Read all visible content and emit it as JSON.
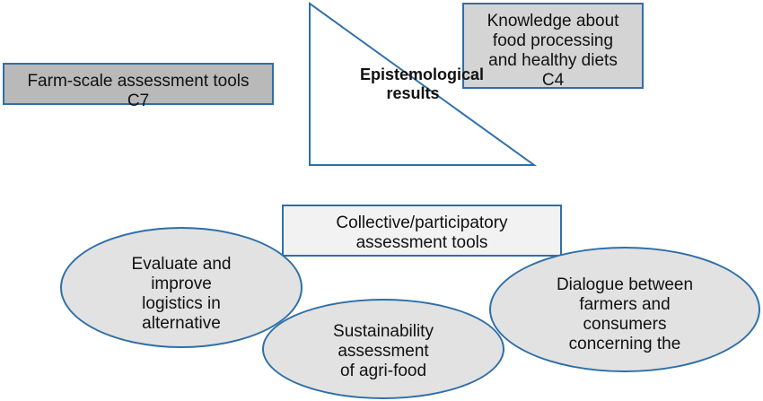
{
  "center": {
    "label_line1": "Epistemological",
    "label_line2": "results"
  },
  "nodes": {
    "farm_scale": {
      "line1": "Farm-scale assessment tools",
      "line2": "C7"
    },
    "knowledge": {
      "line1": "Knowledge about",
      "line2": "food processing",
      "line3": "and healthy diets",
      "line4": "C4"
    },
    "collective": {
      "line1": "Collective/participatory",
      "line2": "assessment tools"
    },
    "evaluate": {
      "line1": "Evaluate and",
      "line2": "improve",
      "line3": "logistics in",
      "line4": "alternative"
    },
    "sustainability": {
      "line1": "Sustainability",
      "line2": "assessment",
      "line3": "of agri-food"
    },
    "dialogue": {
      "line1": "Dialogue between",
      "line2": "farmers and",
      "line3": "consumers",
      "line4": "concerning the"
    }
  },
  "colors": {
    "stroke": "#2f6fa8",
    "box_dark": "#b9b9b9",
    "box_mid": "#d4d4d4",
    "box_light": "#f2f2f2",
    "ellipse_fill": "#e2e2e2"
  }
}
